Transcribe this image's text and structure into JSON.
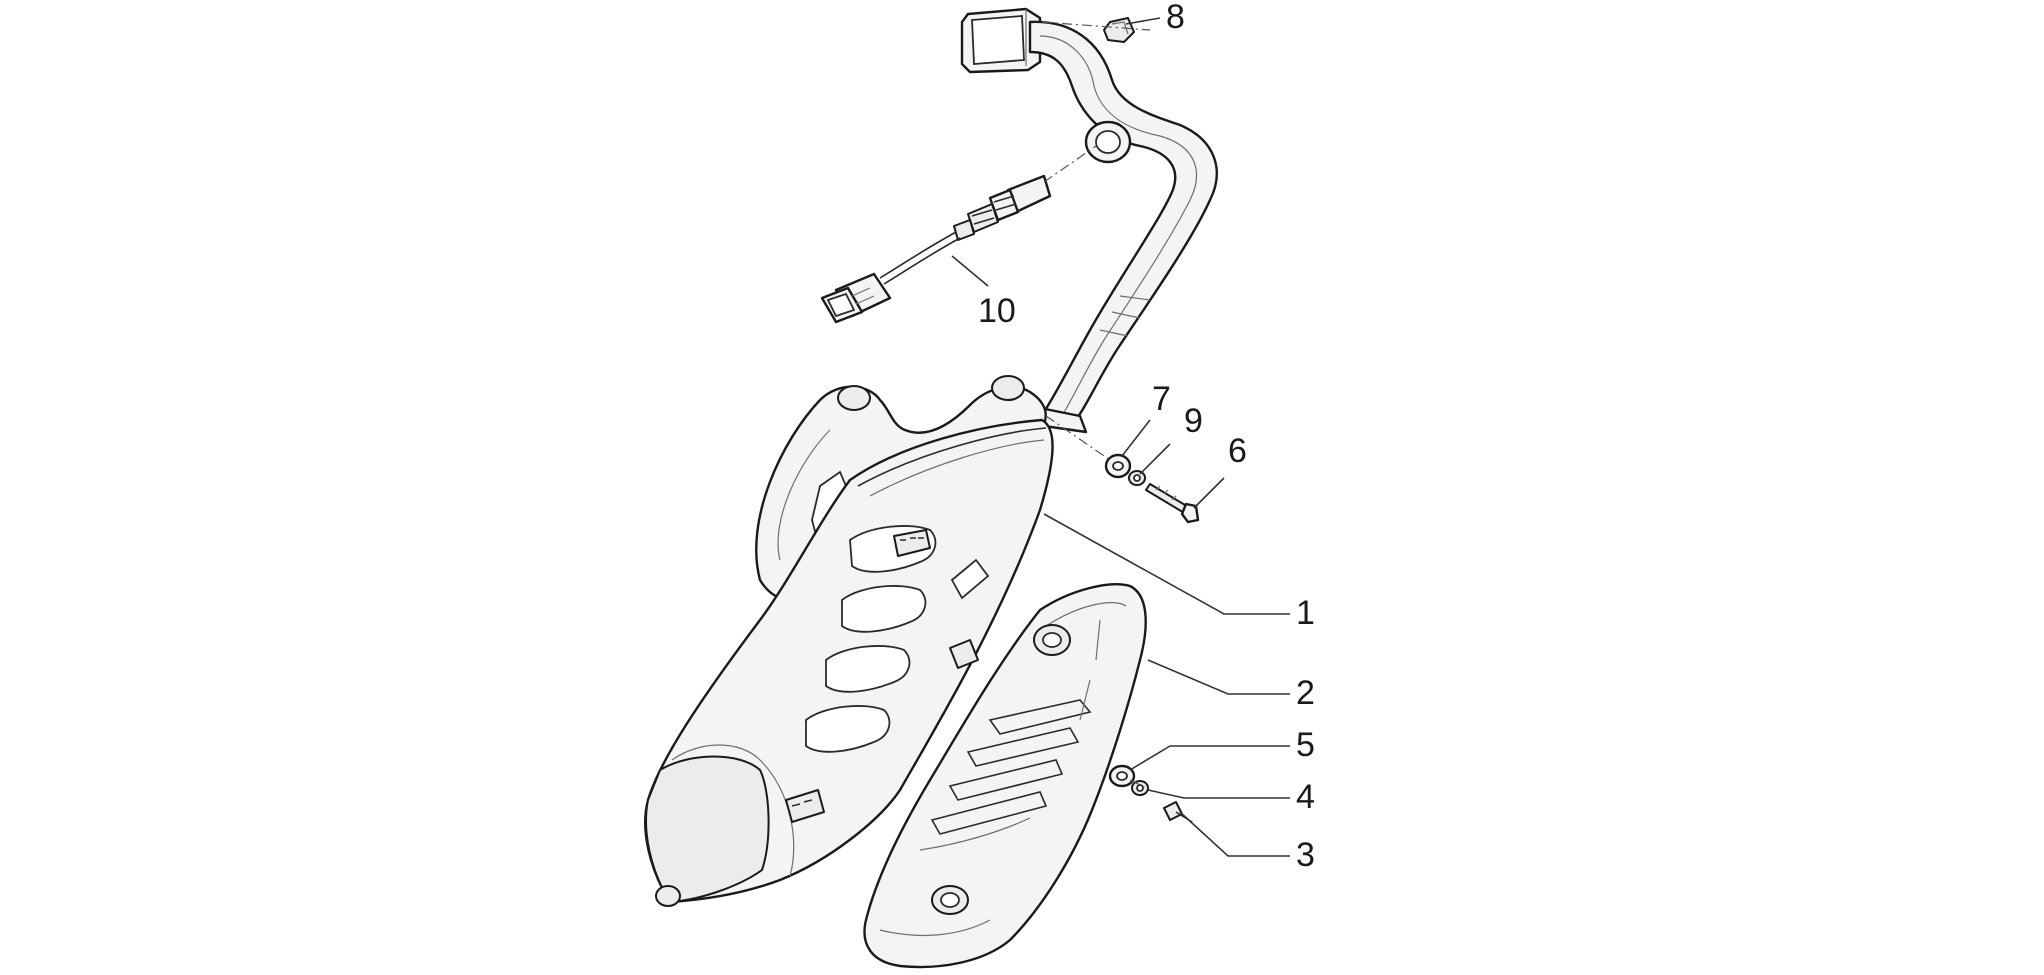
{
  "diagram": {
    "callouts": [
      {
        "id": "1",
        "label": "1"
      },
      {
        "id": "2",
        "label": "2"
      },
      {
        "id": "3",
        "label": "3"
      },
      {
        "id": "4",
        "label": "4"
      },
      {
        "id": "5",
        "label": "5"
      },
      {
        "id": "6",
        "label": "6"
      },
      {
        "id": "7",
        "label": "7"
      },
      {
        "id": "8",
        "label": "8"
      },
      {
        "id": "9",
        "label": "9"
      },
      {
        "id": "10",
        "label": "10"
      }
    ],
    "colors": {
      "line": "#1a1a1a",
      "fill": "#f4f4f4",
      "background": "#ffffff"
    }
  }
}
